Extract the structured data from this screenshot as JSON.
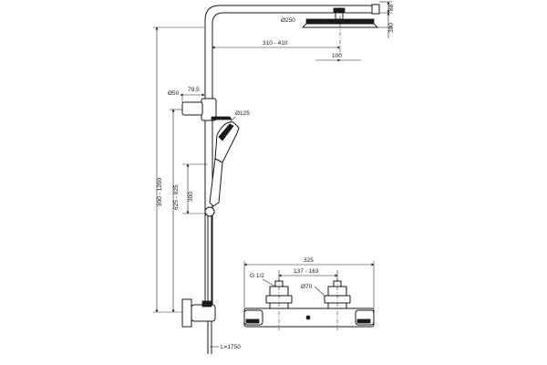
{
  "dimensions": {
    "head_diameter": "Ø250",
    "head_thickness": "88",
    "head_drop": "300",
    "arm_reach": "310 - 410",
    "head_offset": "100",
    "holder_diameter": "Ø50",
    "holder_projection": "79,5",
    "handshower_diameter": "Ø125",
    "overall_height": "900 - 1200",
    "rail_height": "625 - 925",
    "handshower_length": "300",
    "hose_length": "L=1750",
    "valve_width": "325",
    "inlet_thread": "G 1/2",
    "inlet_centres": "137 - 163",
    "inlet_diameter": "Ø70"
  },
  "colors": {
    "line": "#1a1a1a",
    "background": "#ffffff"
  }
}
